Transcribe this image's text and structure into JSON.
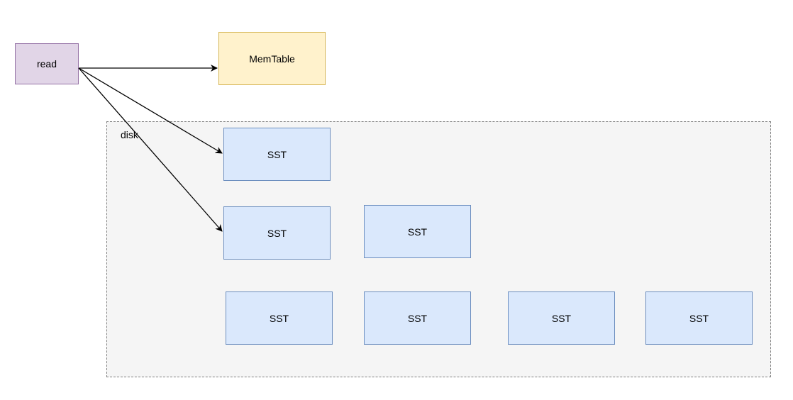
{
  "diagram": {
    "read_label": "read",
    "memtable_label": "MemTable",
    "disk_label": "disk",
    "sst_label": "SST"
  },
  "colors": {
    "read_fill": "#e1d5e7",
    "read_stroke": "#9673a6",
    "memtable_fill": "#fff2cc",
    "memtable_stroke": "#d6b656",
    "sst_fill": "#dae8fc",
    "sst_stroke": "#6c8ebf",
    "disk_fill": "#f5f5f5",
    "disk_stroke": "#808080"
  }
}
